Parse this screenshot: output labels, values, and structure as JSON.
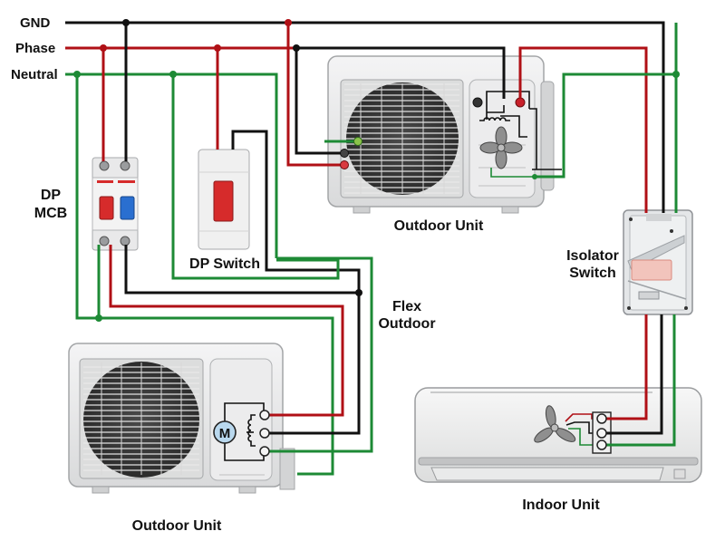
{
  "diagram": {
    "title": "AC wiring diagram: DP MCB, DP switch, isolator switch, outdoor and indoor units",
    "colors": {
      "ground": "#111111",
      "phase": "#b01016",
      "neutral": "#1d8a35",
      "unit_body": "#e6e7e8",
      "unit_outline": "#9a9c9e",
      "fan_grille": "#3a3a3a",
      "motor_badge": "#b9d8ee",
      "mcb_red": "#d62b2b",
      "mcb_blue": "#2a6fd0"
    },
    "bus_lines": [
      {
        "name": "ground",
        "label": "GND"
      },
      {
        "name": "phase",
        "label": "Phase"
      },
      {
        "name": "neutral",
        "label": "Neutral"
      }
    ],
    "labels": {
      "dp_mcb_line1": "DP",
      "dp_mcb_line2": "MCB",
      "dp_switch": "DP Switch",
      "outdoor_unit_top": "Outdoor Unit",
      "outdoor_unit_bottom": "Outdoor Unit",
      "flex_line1": "Flex",
      "flex_line2": "Outdoor",
      "isolator_line1": "Isolator",
      "isolator_line2": "Switch",
      "indoor_unit": "Indoor Unit",
      "motor_symbol": "M"
    },
    "components": [
      {
        "id": "dp-mcb",
        "type": "double-pole circuit breaker"
      },
      {
        "id": "dp-switch",
        "type": "double-pole switch"
      },
      {
        "id": "outdoor-unit-top",
        "type": "outdoor condenser unit",
        "internal": [
          "terminal block",
          "coil",
          "fan"
        ]
      },
      {
        "id": "outdoor-unit-bottom",
        "type": "outdoor condenser unit",
        "internal": [
          "motor M",
          "coil",
          "3 terminals"
        ]
      },
      {
        "id": "isolator-switch",
        "type": "isolator switch"
      },
      {
        "id": "indoor-unit",
        "type": "split AC indoor unit",
        "internal": [
          "fan",
          "3 terminals"
        ]
      }
    ]
  }
}
